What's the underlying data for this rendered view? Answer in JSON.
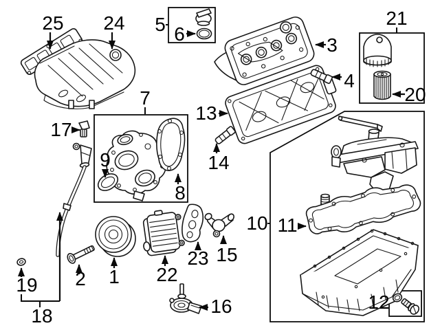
{
  "background": "#ffffff",
  "line_color": "#161616",
  "labels": {
    "1": "1",
    "2": "2",
    "3": "3",
    "4": "4",
    "5": "5",
    "6": "6",
    "7": "7",
    "8": "8",
    "9": "9",
    "10": "10",
    "11": "11",
    "12": "12",
    "13": "13",
    "14": "14",
    "15": "15",
    "16": "16",
    "17": "17",
    "18": "18",
    "19": "19",
    "20": "20",
    "21": "21",
    "22": "22",
    "23": "23",
    "24": "24",
    "25": "25"
  },
  "callouts": [
    {
      "number": "1",
      "part": "crankshaft-pulley"
    },
    {
      "number": "2",
      "part": "pulley-bolt"
    },
    {
      "number": "3",
      "part": "valve-cover"
    },
    {
      "number": "4",
      "part": "cover-bolt"
    },
    {
      "number": "5",
      "part": "filler-cap-box"
    },
    {
      "number": "6",
      "part": "filler-cap-seal"
    },
    {
      "number": "7",
      "part": "timing-cover-box"
    },
    {
      "number": "8",
      "part": "timing-cover-gasket"
    },
    {
      "number": "9",
      "part": "front-crank-seal"
    },
    {
      "number": "10",
      "part": "oil-pan-assembly-box"
    },
    {
      "number": "11",
      "part": "oil-pan-gasket"
    },
    {
      "number": "12",
      "part": "drain-plug-box"
    },
    {
      "number": "13",
      "part": "upper-oil-pan"
    },
    {
      "number": "14",
      "part": "dowel-pin"
    },
    {
      "number": "15",
      "part": "oil-fitting"
    },
    {
      "number": "16",
      "part": "oil-valve"
    },
    {
      "number": "17",
      "part": "breather-plug"
    },
    {
      "number": "18",
      "part": "dipstick-tube-assembly"
    },
    {
      "number": "19",
      "part": "dipstick-tube-seal"
    },
    {
      "number": "20",
      "part": "oil-filter-element"
    },
    {
      "number": "21",
      "part": "oil-filter-box"
    },
    {
      "number": "22",
      "part": "oil-cooler"
    },
    {
      "number": "23",
      "part": "oil-cooler-gasket"
    },
    {
      "number": "24",
      "part": "intake-manifold"
    },
    {
      "number": "25",
      "part": "intake-manifold-gasket"
    }
  ]
}
